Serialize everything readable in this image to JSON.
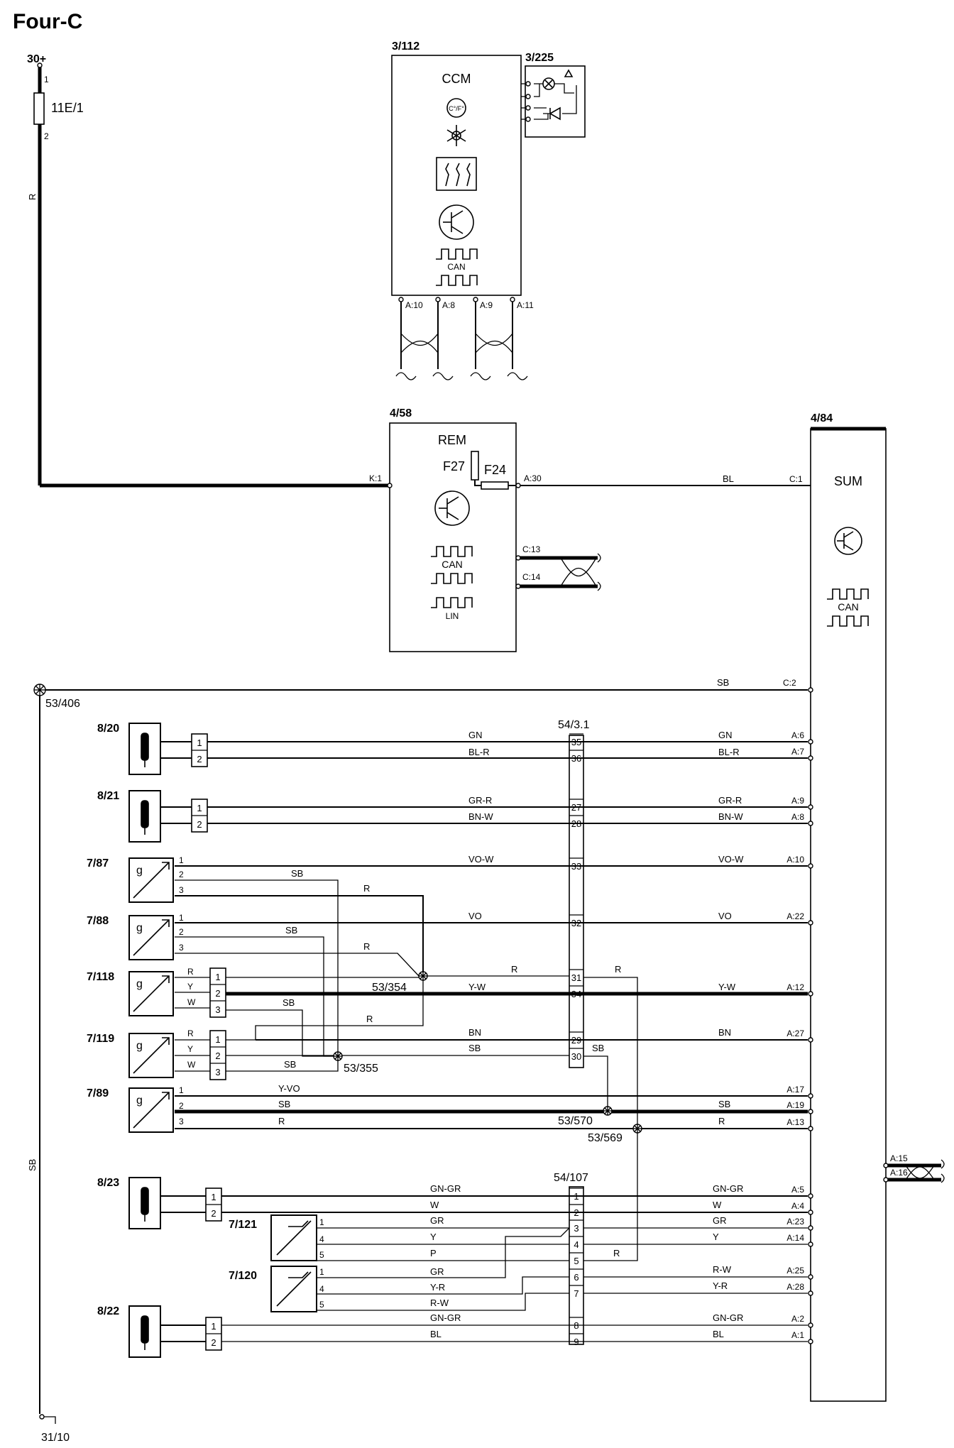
{
  "title": "Four-C",
  "supply": {
    "label": "30+",
    "fuse": "11E/1",
    "pin1": "1",
    "pin2": "2",
    "wire": "R"
  },
  "ground": {
    "label": "31/10",
    "wire": "SB",
    "splice": "53/406"
  },
  "ccm": {
    "id": "3/112",
    "name": "CCM",
    "can_label": "CAN",
    "temp_label": "C°/F°",
    "pins": [
      "A:10",
      "A:8",
      "A:9",
      "A:11"
    ]
  },
  "panel": {
    "id": "3/225"
  },
  "rem": {
    "id": "4/58",
    "name": "REM",
    "fuse_a": "F27",
    "fuse_b": "F24",
    "pin_k1": "K:1",
    "pin_a30": "A:30",
    "pin_c13": "C:13",
    "pin_c14": "C:14",
    "can_label": "CAN",
    "lin_label": "LIN"
  },
  "sum": {
    "id": "4/84",
    "name": "SUM",
    "can_label": "CAN",
    "pin_c1": "C:1",
    "pin_c2": "C:2",
    "pin_a15": "A:15",
    "pin_a16": "A:16"
  },
  "rem_sum_wire": "BL",
  "ground_sum_wire": "SB",
  "connectors": {
    "c1": "54/3.1",
    "c2": "54/107"
  },
  "splices": [
    "53/354",
    "53/355",
    "53/570",
    "53/569"
  ],
  "components": [
    {
      "id": "8/20",
      "type": "sensor"
    },
    {
      "id": "8/21",
      "type": "sensor"
    },
    {
      "id": "7/87",
      "type": "motor",
      "glyph": "g"
    },
    {
      "id": "7/88",
      "type": "motor",
      "glyph": "g"
    },
    {
      "id": "7/118",
      "type": "motor",
      "glyph": "g"
    },
    {
      "id": "7/119",
      "type": "motor",
      "glyph": "g"
    },
    {
      "id": "7/89",
      "type": "motor",
      "glyph": "g"
    },
    {
      "id": "8/23",
      "type": "sensor"
    },
    {
      "id": "7/121",
      "type": "pot"
    },
    {
      "id": "7/120",
      "type": "pot"
    },
    {
      "id": "8/22",
      "type": "sensor"
    }
  ],
  "connector_pins": {
    "c1": [
      "35",
      "36",
      "27",
      "28",
      "33",
      "32",
      "31",
      "34",
      "29",
      "30"
    ],
    "c2": [
      "1",
      "2",
      "3",
      "4",
      "5",
      "6",
      "7",
      "8",
      "9"
    ]
  },
  "local_pins": [
    "1",
    "2",
    "3",
    "4",
    "5",
    "R",
    "Y",
    "W"
  ],
  "wire_labels": {
    "gn": "GN",
    "blr": "BL-R",
    "grr": "GR-R",
    "bnw": "BN-W",
    "vow": "VO-W",
    "vo": "VO",
    "r": "R",
    "yw": "Y-W",
    "sb": "SB",
    "bn": "BN",
    "yvo": "Y-VO",
    "gngr": "GN-GR",
    "w": "W",
    "gr": "GR",
    "y": "Y",
    "p": "P",
    "yr": "Y-R",
    "rw": "R-W",
    "bl": "BL"
  },
  "sum_pins": [
    "A:6",
    "A:7",
    "A:9",
    "A:8",
    "A:10",
    "A:22",
    "A:12",
    "A:27",
    "A:17",
    "A:19",
    "A:13",
    "A:5",
    "A:4",
    "A:23",
    "A:14",
    "A:25",
    "A:28",
    "A:2",
    "A:1"
  ]
}
